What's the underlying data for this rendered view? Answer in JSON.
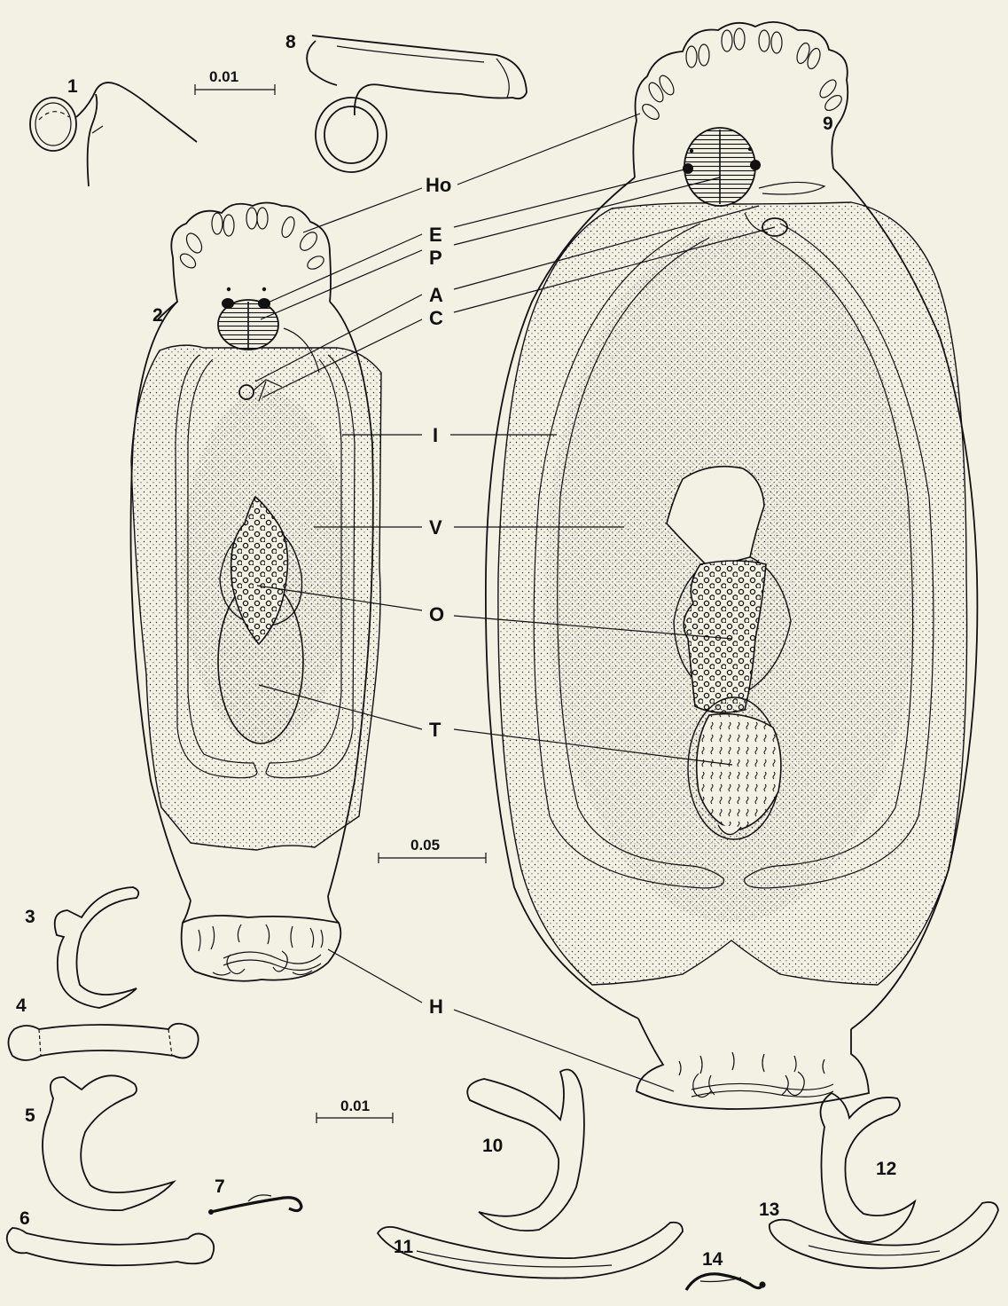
{
  "figure_numbers": {
    "f1": "1",
    "f2": "2",
    "f3": "3",
    "f4": "4",
    "f5": "5",
    "f6": "6",
    "f7": "7",
    "f8": "8",
    "f9": "9",
    "f10": "10",
    "f11": "11",
    "f12": "12",
    "f13": "13",
    "f14": "14"
  },
  "labels": {
    "Ho": "Ho",
    "E": "E",
    "P": "P",
    "A": "A",
    "C": "C",
    "I": "I",
    "V": "V",
    "O": "O",
    "T": "T",
    "H": "H"
  },
  "scale_bars": {
    "top": "0.01",
    "middle": "0.05",
    "bottom": "0.01"
  },
  "colors": {
    "paper": "#f3f0e4",
    "ink": "#111111"
  }
}
